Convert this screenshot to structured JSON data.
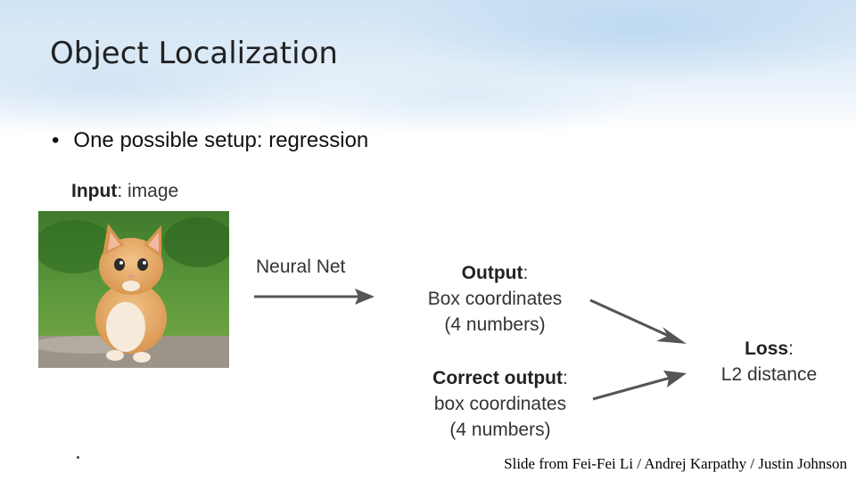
{
  "slide": {
    "title": "Object Localization",
    "bullet": "One possible setup: regression",
    "input": {
      "label_bold": "Input",
      "label_rest": ": image"
    },
    "image": {
      "depicts": "orange tabby kitten sitting on stone, green grass background"
    },
    "network": {
      "label": "Neural Net"
    },
    "output": {
      "label_bold": "Output",
      "label_rest": ":",
      "line1": "Box coordinates",
      "line2": "(4 numbers)"
    },
    "correct_output": {
      "label_bold": "Correct output",
      "label_rest": ":",
      "line1": "box coordinates",
      "line2": "(4 numbers)"
    },
    "loss": {
      "label_bold": "Loss",
      "label_rest": ":",
      "line1": "L2 distance"
    },
    "credit": "Slide from Fei-Fei Li / Andrej Karpathy / Justin Johnson"
  },
  "colors": {
    "arrow": "#555555",
    "text": "#333333",
    "title": "#222222"
  },
  "icons": {
    "bullet": "bullet-dot",
    "arrows": [
      "right-arrow",
      "down-right-arrow",
      "up-right-arrow"
    ]
  }
}
